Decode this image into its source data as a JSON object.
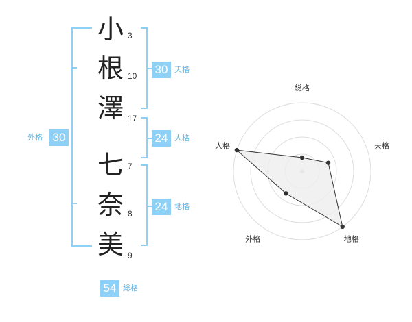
{
  "name_chars": [
    {
      "char": "小",
      "strokes": "3"
    },
    {
      "char": "根",
      "strokes": "10"
    },
    {
      "char": "澤",
      "strokes": "17"
    },
    {
      "char": "七",
      "strokes": "7"
    },
    {
      "char": "奈",
      "strokes": "8"
    },
    {
      "char": "美",
      "strokes": "9"
    }
  ],
  "fortunes": {
    "tenkaku": {
      "value": "30",
      "label": "天格"
    },
    "jinkaku": {
      "value": "24",
      "label": "人格"
    },
    "chikaku": {
      "value": "24",
      "label": "地格"
    },
    "gaikaku": {
      "value": "30",
      "label": "外格"
    },
    "soukaku": {
      "value": "54",
      "label": "総格"
    }
  },
  "colors": {
    "accent": "#8fd0f6",
    "accent_text": "#5fb6e8",
    "char_text": "#222222"
  },
  "chart_data": {
    "type": "radar",
    "axes": [
      "総格",
      "天格",
      "地格",
      "外格",
      "人格"
    ],
    "values": [
      0.2,
      0.4,
      1.0,
      0.4,
      1.0
    ],
    "range": [
      0,
      1
    ],
    "rings": 4
  }
}
